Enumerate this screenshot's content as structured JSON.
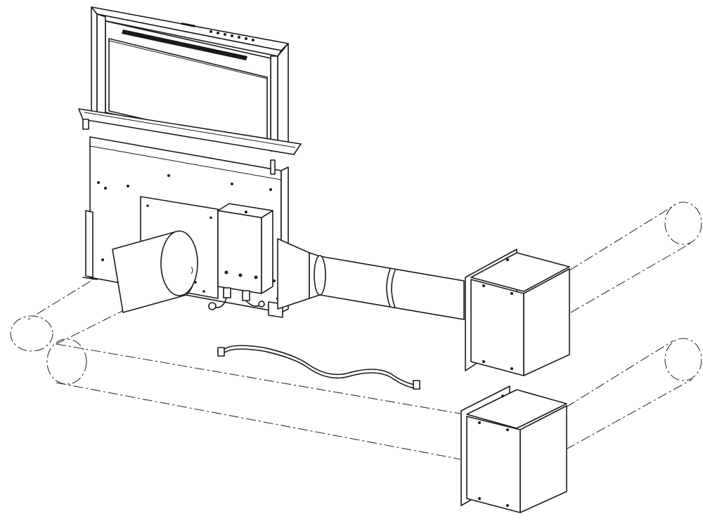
{
  "figure": {
    "type": "technical-assembly-illustration",
    "style": "black line art on white",
    "line_color": "#1a1a1a",
    "background": "#ffffff"
  },
  "components": {
    "downdraft_hood": "downdraft-hood-unit",
    "control_strip": "touch-control-strip",
    "mounting_frame": "mounting-frame",
    "motor_box": "electrical-control-box",
    "round_duct": "round-duct-outlet",
    "transition": "duct-transition",
    "blower_upper": "external-blower-box",
    "blower_lower": "external-blower-box",
    "cable": "connection-cable",
    "duct_paths": "phantom-duct-paths"
  }
}
